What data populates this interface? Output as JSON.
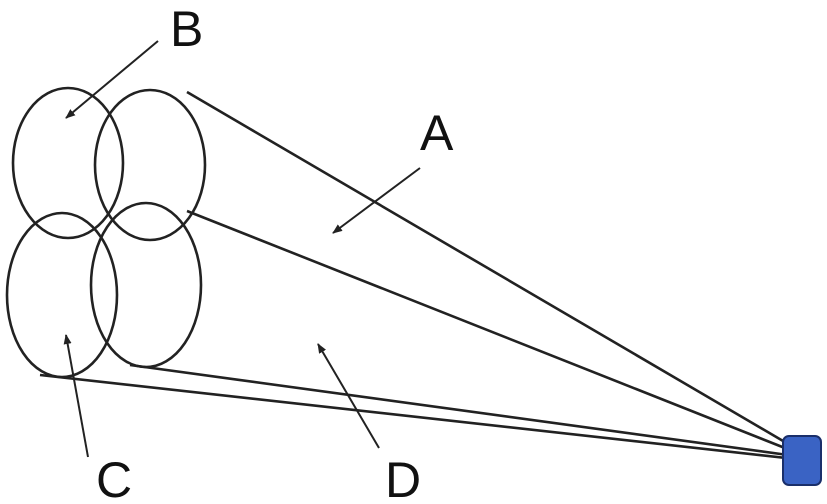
{
  "diagram": {
    "labels": {
      "a": "A",
      "b": "B",
      "c": "C",
      "d": "D"
    },
    "colors": {
      "stroke": "#222222",
      "source_fill": "#3a63c4",
      "source_stroke": "#1a2f6a",
      "background": "#ffffff"
    }
  }
}
